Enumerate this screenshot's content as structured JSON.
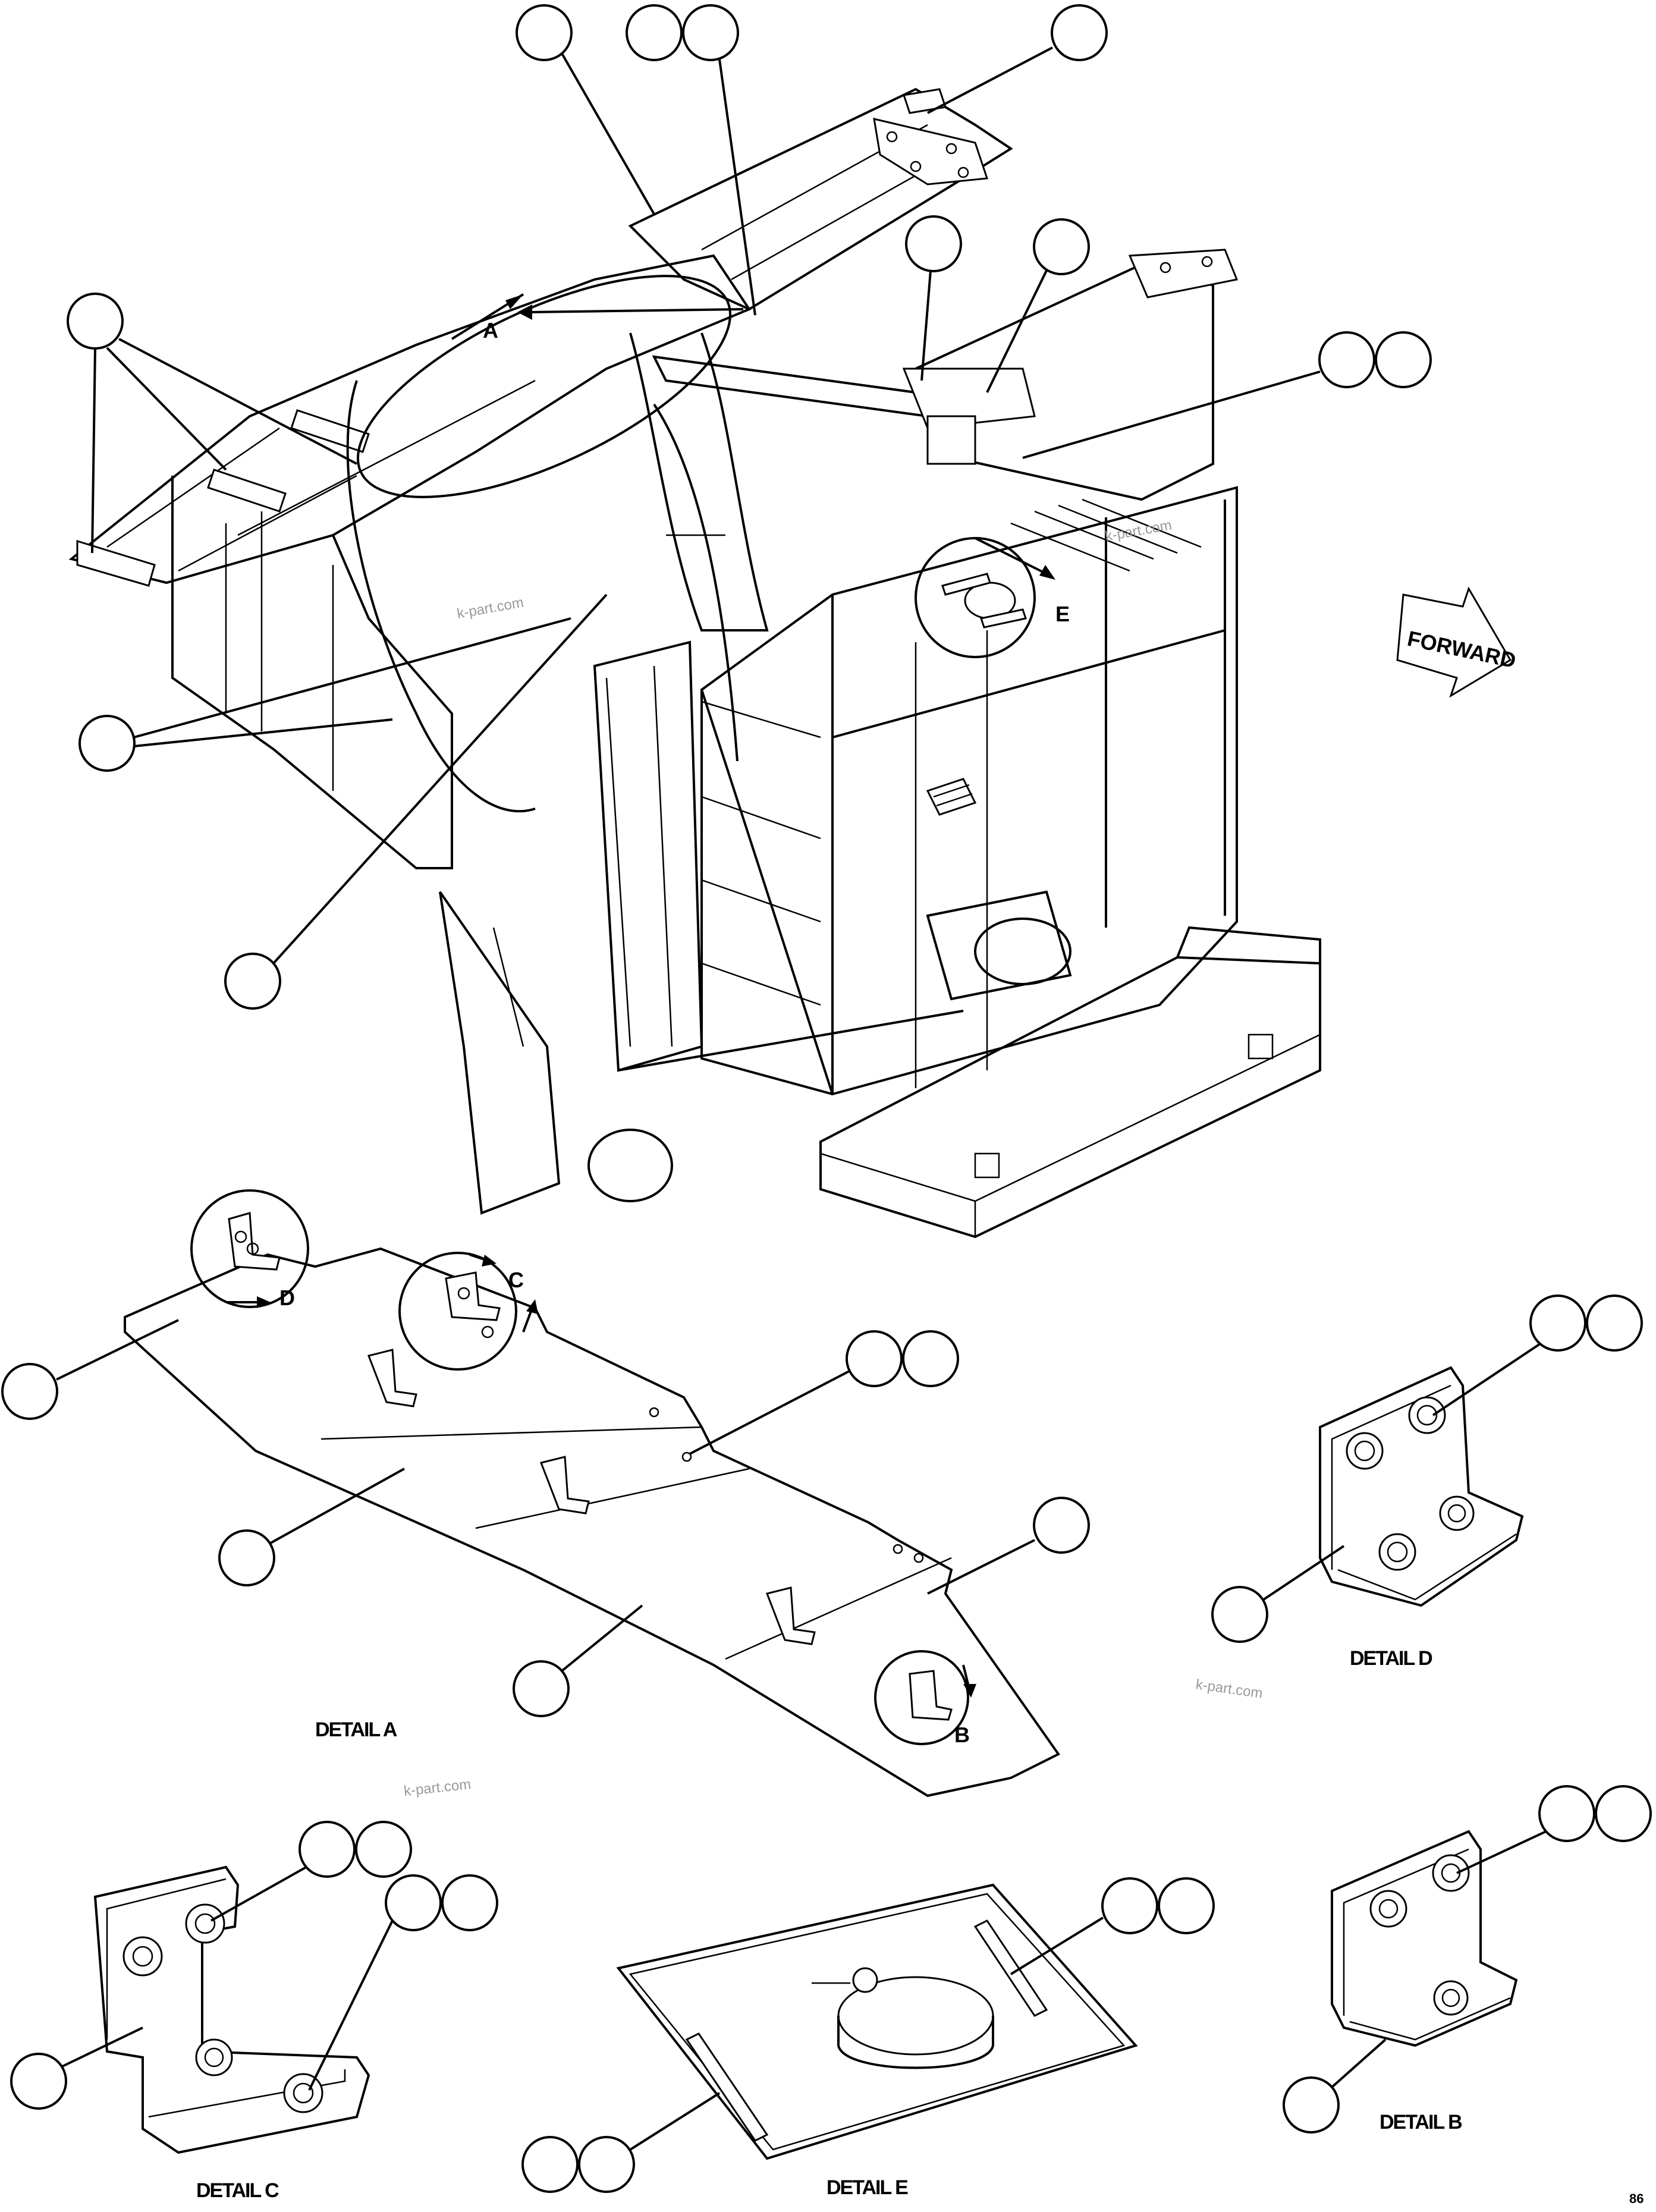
{
  "labels": {
    "view_a": "A",
    "view_b": "B",
    "view_c": "C",
    "view_d": "D",
    "view_e": "E",
    "forward": "FORWARD",
    "detail_a": "DETAIL A",
    "detail_b": "DETAIL B",
    "detail_c": "DETAIL C",
    "detail_d": "DETAIL D",
    "detail_e": "DETAIL E",
    "page_number": "86"
  },
  "watermark": "k-part.com"
}
